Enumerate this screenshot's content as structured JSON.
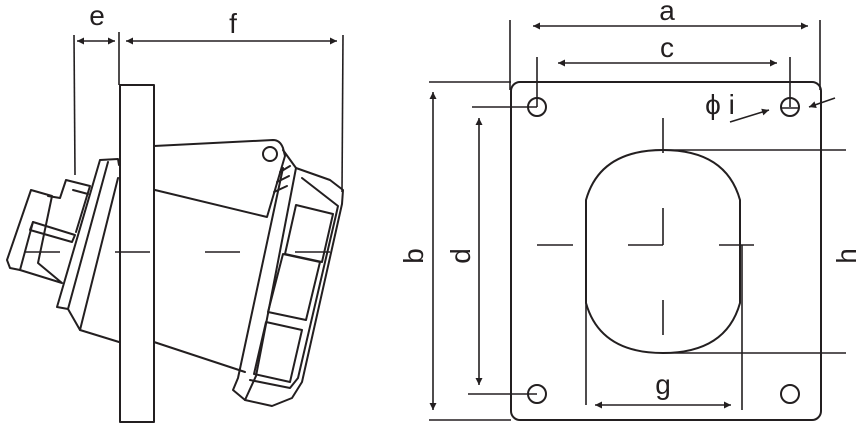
{
  "diagram": {
    "side_view": {
      "dimension_labels": {
        "e": "e",
        "f": "f"
      }
    },
    "front_view": {
      "dimension_labels": {
        "a": "a",
        "b": "b",
        "c": "c",
        "d": "d",
        "g": "g",
        "h": "h",
        "i": "ϕ i"
      }
    },
    "colors": {
      "line": "#231f20",
      "background": "#ffffff"
    }
  }
}
